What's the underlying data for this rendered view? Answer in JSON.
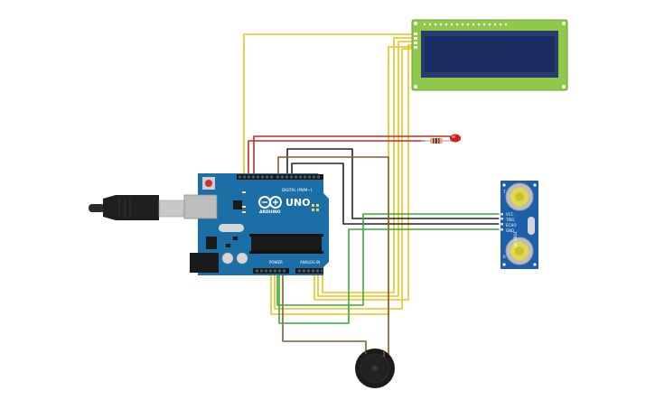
{
  "labels": {
    "board_model": "UNO",
    "board_brand": "ARDUINO",
    "digital_header": "DIGITAL (PWM~)",
    "power_header": "POWER",
    "analog_header": "ANALOG IN",
    "sensor_model": "HC-SR04",
    "sensor_vcc": "VCC",
    "sensor_trig": "TRIG",
    "sensor_echo": "ECHO",
    "sensor_gnd": "GND",
    "sensor_left": "T",
    "sensor_right": "R"
  },
  "colors": {
    "board": "#1c6ea7",
    "board_dark": "#17598a",
    "lcd_frame": "#8fc84a",
    "lcd_screen": "#1c2d63",
    "sensor": "#1d5fa8",
    "wire_yellow": "#e8c21e",
    "wire_red": "#c62828",
    "wire_black": "#222222",
    "wire_brown": "#8b5a2b",
    "wire_green": "#3aaa35",
    "led": "#d81b1b"
  }
}
